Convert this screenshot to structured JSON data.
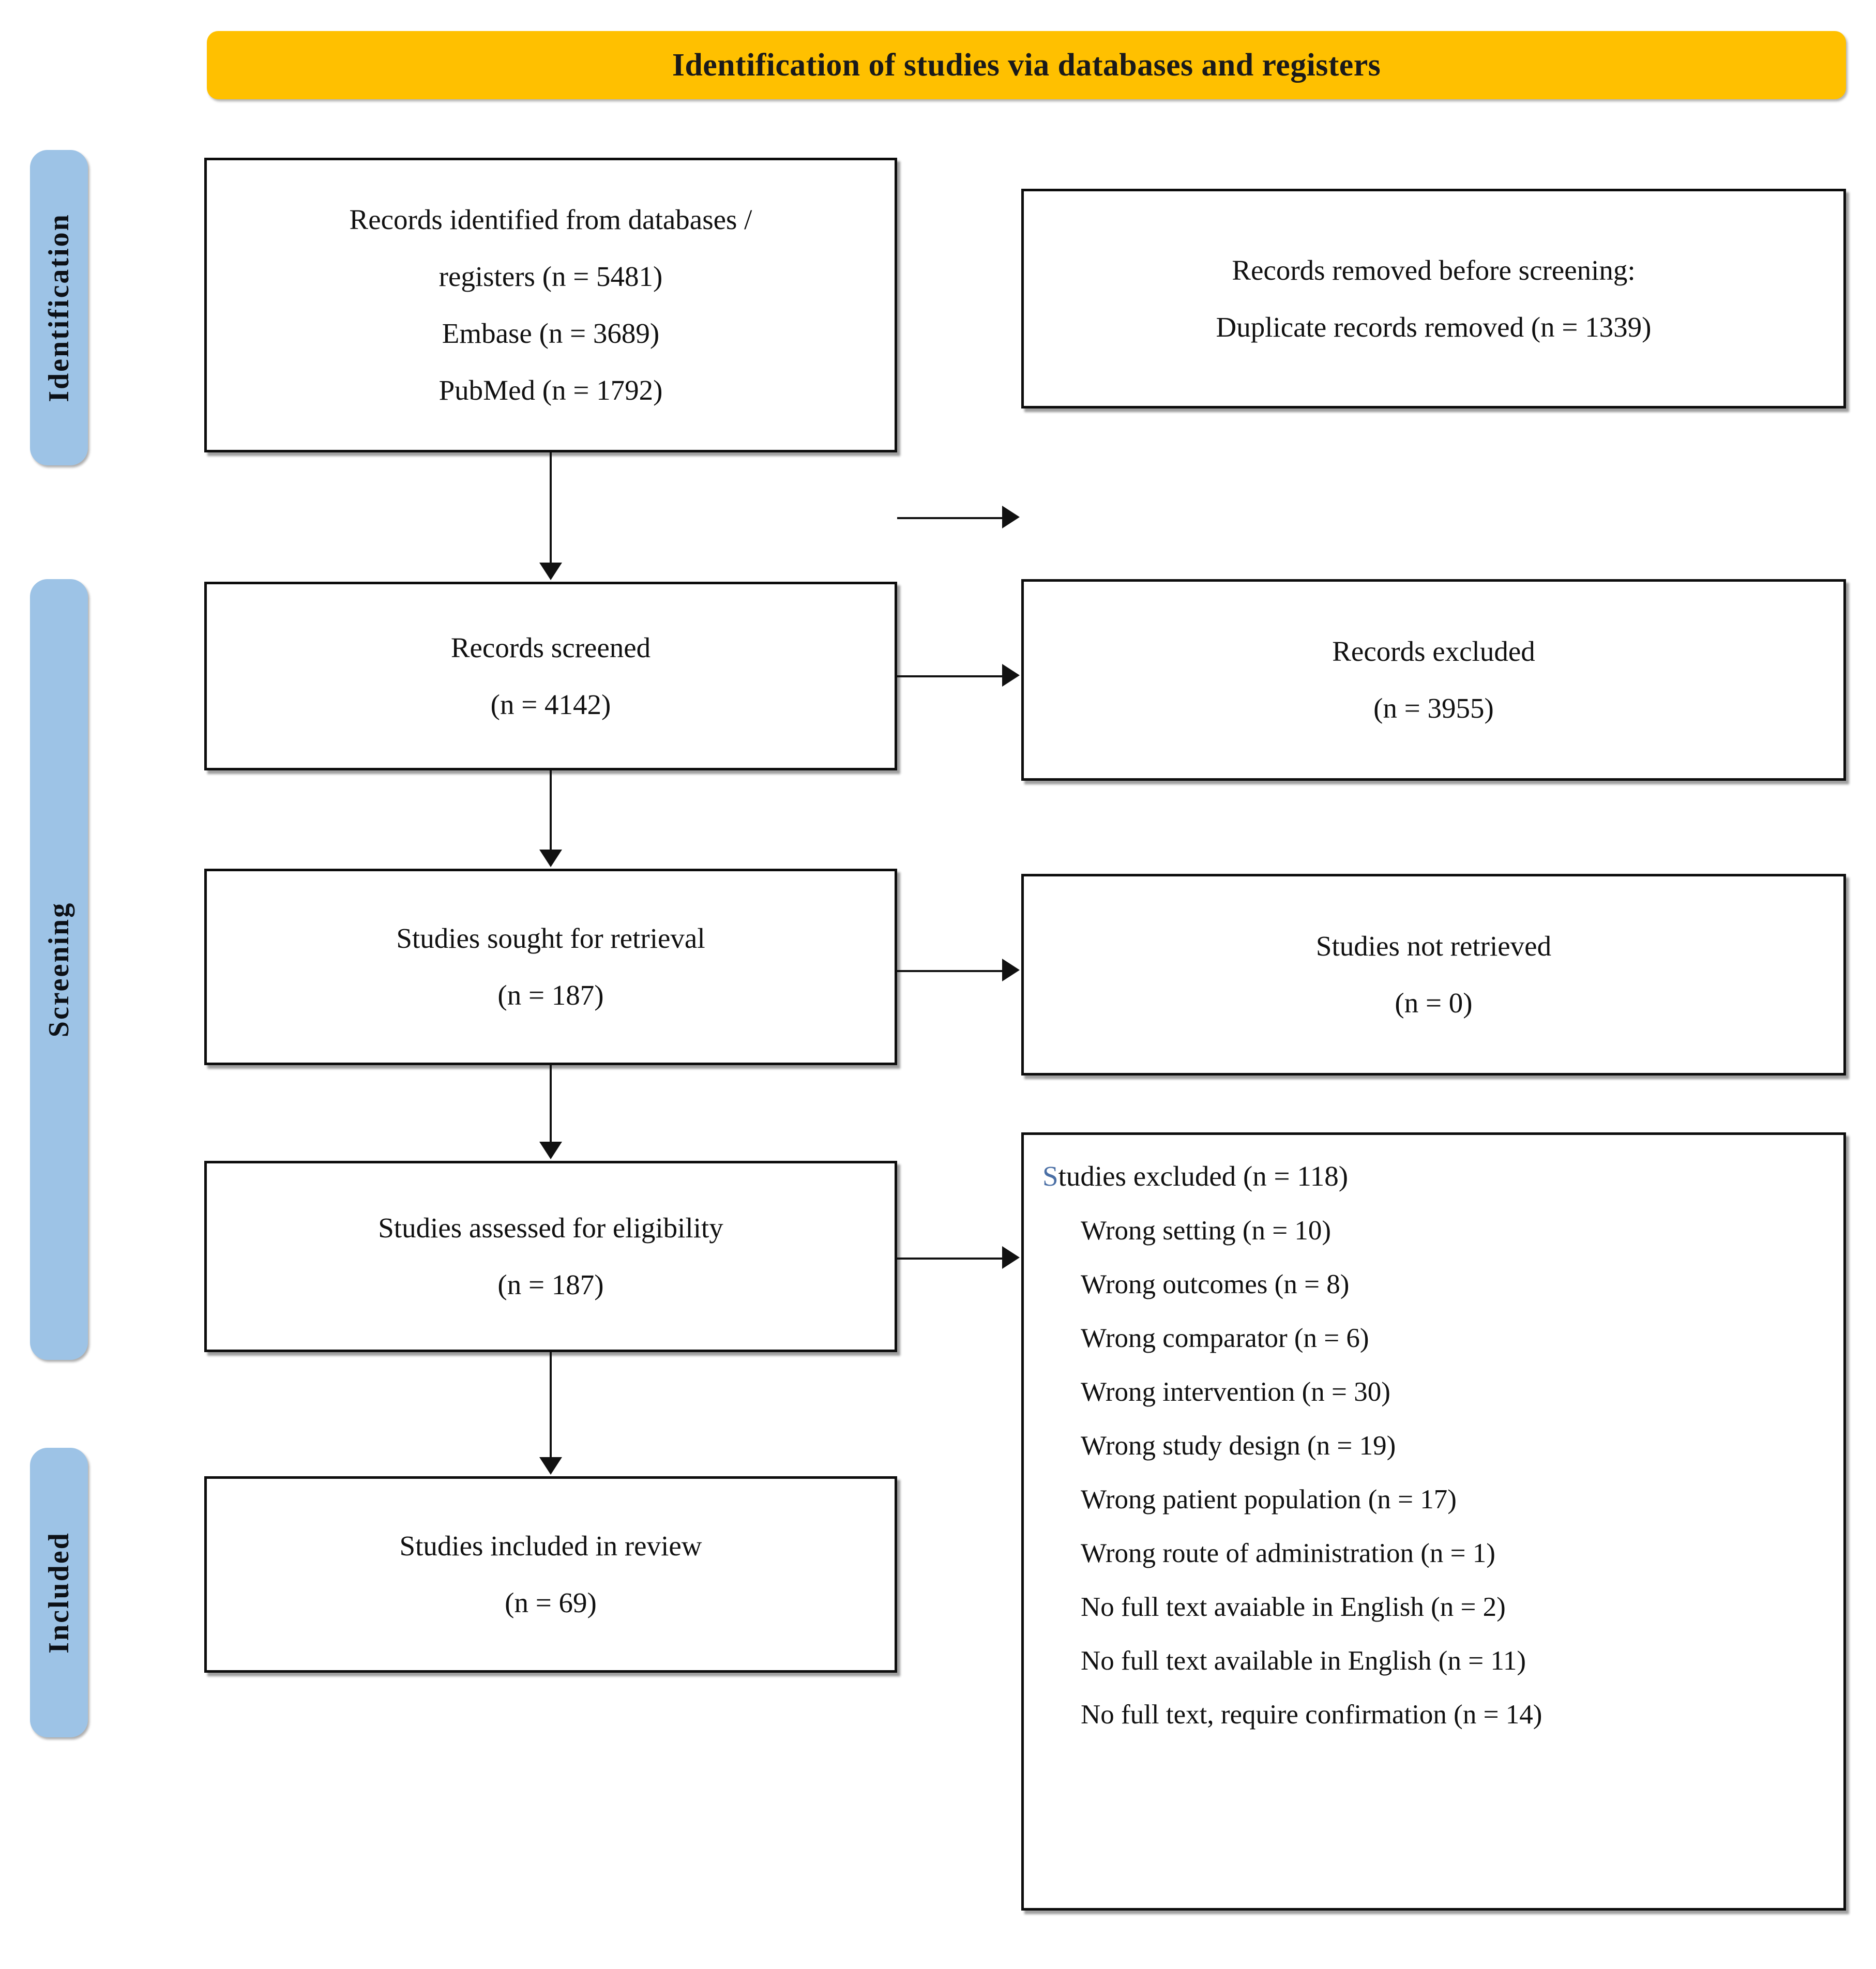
{
  "diagram": {
    "type": "PRISMA flow diagram",
    "banner": {
      "label": "Identification of studies via databases and registers"
    },
    "side_tabs": [
      {
        "label": "Identification"
      },
      {
        "label": "Screening"
      },
      {
        "label": "Included"
      }
    ],
    "boxes": {
      "identified": {
        "lines": [
          "Records identified from databases /",
          "registers (n = 5481)",
          "Embase (n = 3689)",
          "PubMed (n = 1792)"
        ]
      },
      "removed_before_screening": {
        "lines": [
          "Records removed before screening:",
          "Duplicate  records removed (n = 1339)"
        ]
      },
      "screened": {
        "lines": [
          "Records screened",
          "(n = 4142)"
        ]
      },
      "records_excluded": {
        "lines": [
          "Records excluded",
          "(n = 3955)"
        ]
      },
      "sought_for_retrieval": {
        "lines": [
          "Studies sought for retrieval",
          "(n = 187)"
        ]
      },
      "not_retrieved": {
        "lines": [
          "Studies not retrieved",
          "(n = 0)"
        ]
      },
      "assessed_for_eligibility": {
        "lines": [
          "Studies assessed for eligibility",
          "(n = 187)"
        ]
      },
      "included_in_review": {
        "lines": [
          "Studies included in review",
          "(n = 69)"
        ]
      },
      "studies_excluded": {
        "heading_first_letter": "S",
        "heading_rest": "tudies excluded  (n = 118)",
        "reasons": [
          "Wrong setting (n = 10)",
          "Wrong outcomes  (n = 8)",
          "Wrong comparator (n = 6)",
          "Wrong intervention (n = 30)",
          "Wrong study design (n = 19)",
          "Wrong patient population  (n = 17)",
          "Wrong route of administration (n = 1)",
          "No full text avaiable in English (n = 2)",
          "No full text available in English (n = 11)",
          "No full text, require confirmation (n = 14)"
        ]
      }
    },
    "colors": {
      "banner_fill": "#FFC000",
      "side_tab_fill": "#9DC3E6",
      "box_border": "#0D0D0D",
      "box_fill": "#FFFFFF",
      "text": "#111111",
      "accent_blue_letter": "#4A6FA5"
    }
  }
}
